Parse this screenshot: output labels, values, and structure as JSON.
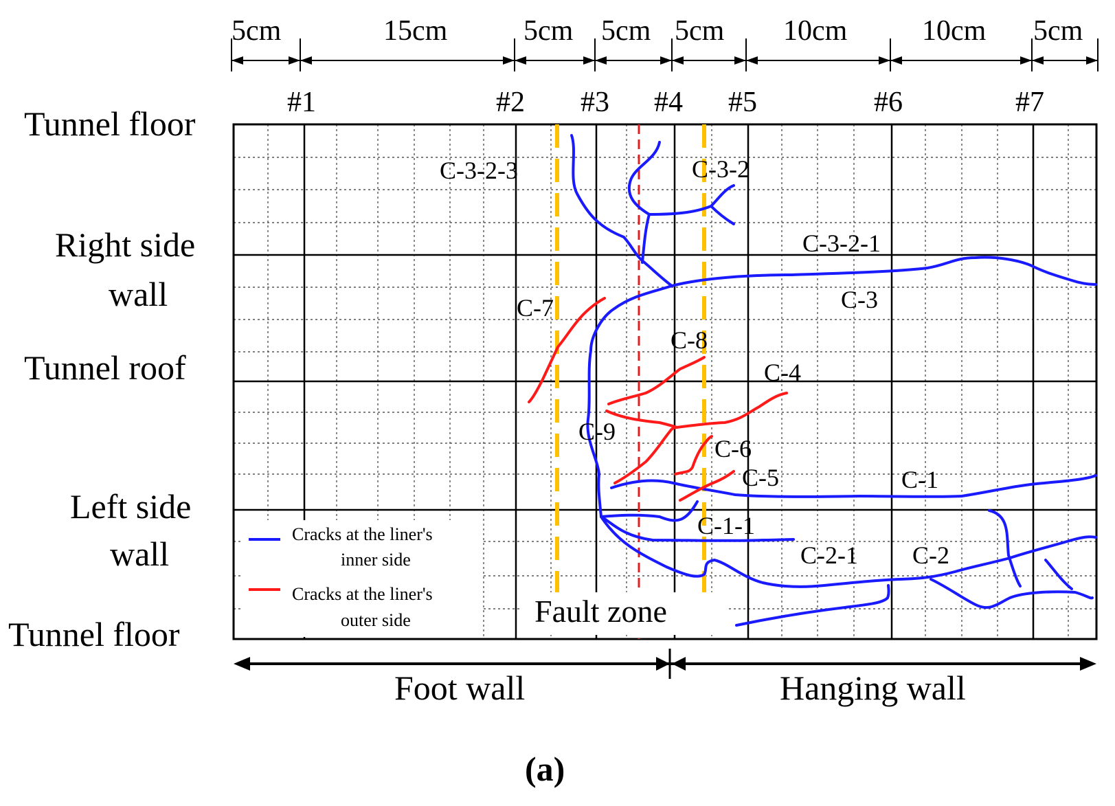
{
  "dimensions": [
    "5cm",
    "15cm",
    "5cm",
    "5cm",
    "5cm",
    "10cm",
    "10cm",
    "5cm"
  ],
  "sections": [
    "#1",
    "#2",
    "#3",
    "#4",
    "#5",
    "#6",
    "#7"
  ],
  "rows": {
    "top": "Tunnel floor",
    "right_side_line1": "Right side",
    "right_side_line2": "wall",
    "roof": "Tunnel roof",
    "left_side_line1": "Left side",
    "left_side_line2": "wall",
    "bottom": "Tunnel floor"
  },
  "cracks": {
    "c323": "C-3-2-3",
    "c32": "C-3-2",
    "c321": "C-3-2-1",
    "c3": "C-3",
    "c7": "C-7",
    "c8": "C-8",
    "c4": "C-4",
    "c9": "C-9",
    "c6": "C-6",
    "c5": "C-5",
    "c1": "C-1",
    "c11": "C-1-1",
    "c21": "C-2-1",
    "c2": "C-2"
  },
  "legend": {
    "inner_line1": "Cracks at the liner's",
    "inner_line2": "inner side",
    "outer_line1": "Cracks at the liner's",
    "outer_line2": "outer side"
  },
  "fault_zone": "Fault zone",
  "foot_wall": "Foot wall",
  "hanging_wall": "Hanging wall",
  "caption": "(a)",
  "colors": {
    "inner_crack": "#1a1aff",
    "outer_crack": "#ff1a1a",
    "fault_boundary": "#ffc000",
    "fault_center": "#e02020",
    "grid": "#000000"
  }
}
